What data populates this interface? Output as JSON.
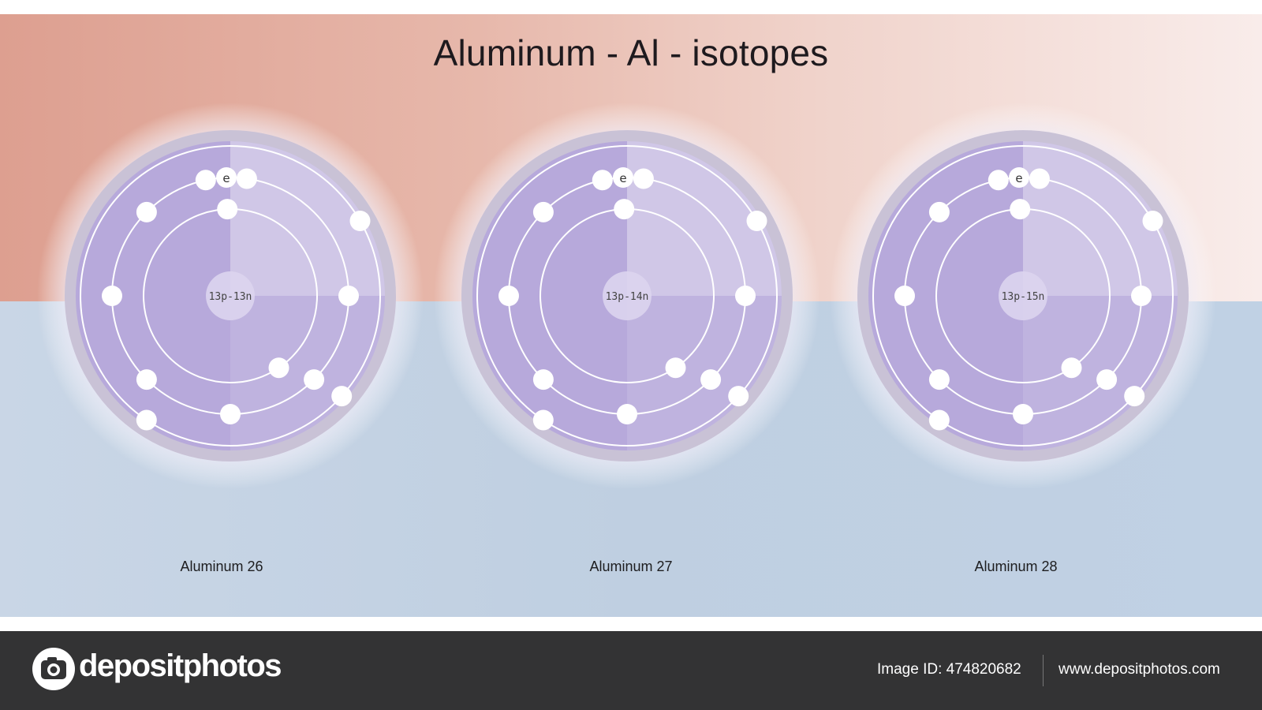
{
  "title": "Aluminum - Al - isotopes",
  "electron_symbol": "e",
  "isotopes": [
    {
      "label": "Aluminum 26",
      "nucleus": "13p-13n",
      "shells": [
        2,
        8,
        3
      ]
    },
    {
      "label": "Aluminum 27",
      "nucleus": "13p-14n",
      "shells": [
        2,
        8,
        3
      ]
    },
    {
      "label": "Aluminum 28",
      "nucleus": "13p-15n",
      "shells": [
        2,
        8,
        3
      ]
    }
  ],
  "colors": {
    "atom_fill": "#b7a9db",
    "shell": "#ffffff",
    "electron": "#ffffff",
    "nucleus": "#dcd4ee"
  },
  "footer": {
    "brand": "depositphotos",
    "image_id": "Image ID: 474820682",
    "url": "www.depositphotos.com"
  },
  "icons": {
    "logo": "camera-logo-icon"
  }
}
